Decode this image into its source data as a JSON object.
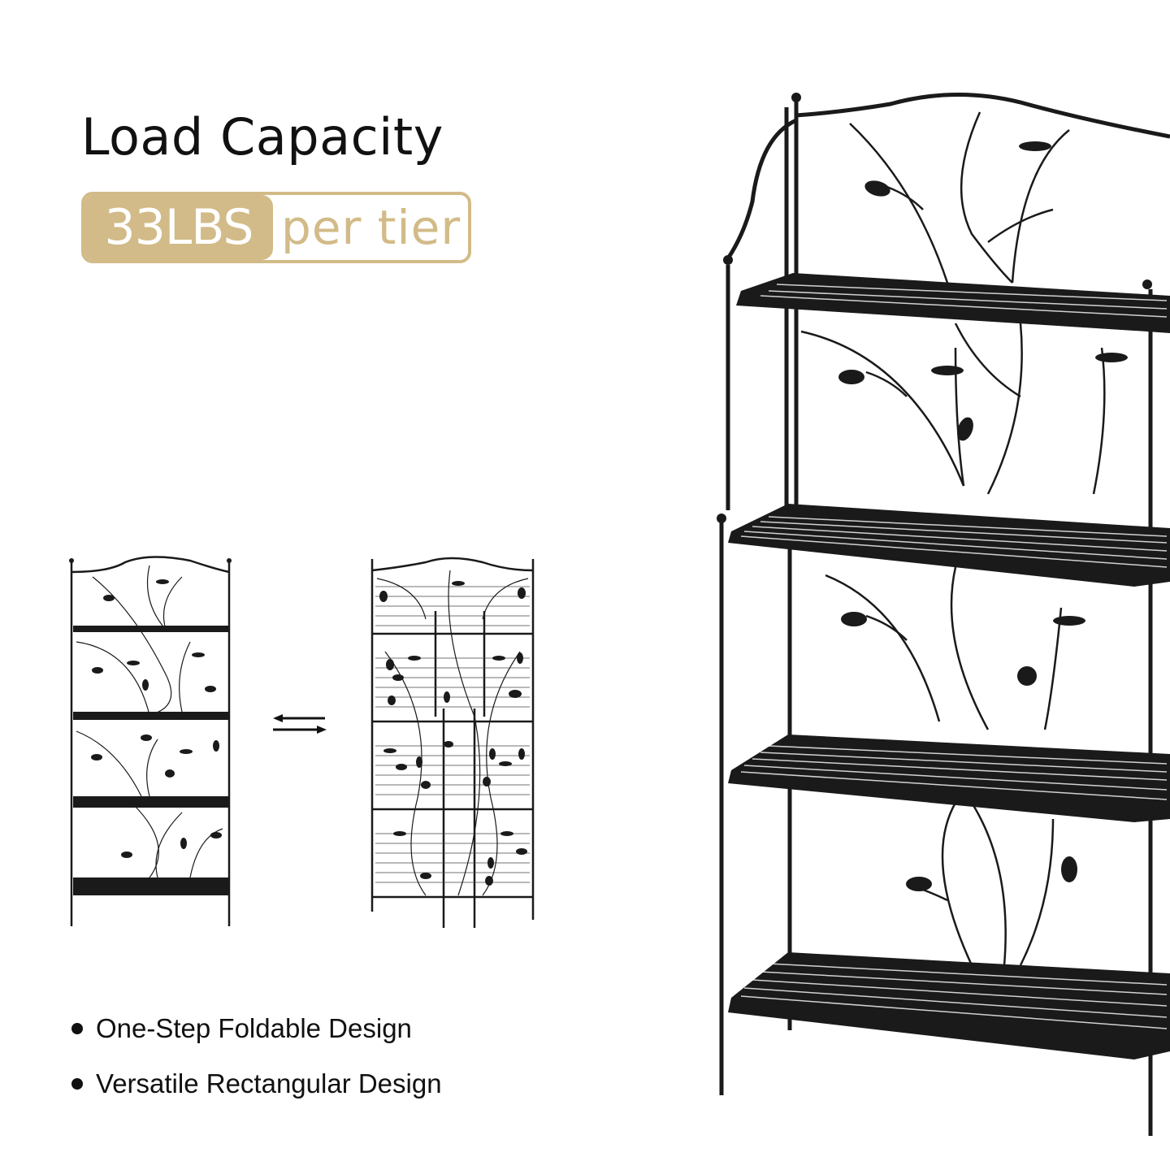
{
  "heading": {
    "title": "Load Capacity",
    "badge_value": "33LBS",
    "badge_suffix": "per tier"
  },
  "features": [
    {
      "label": "One-Step Foldable Design"
    },
    {
      "label": "Versatile Rectangular Design"
    }
  ],
  "images": {
    "unfolded_shelf": "bakers-rack-unfolded",
    "folded_shelf": "bakers-rack-folded",
    "large_shelf": "bakers-rack-4-tier-bird-leaf"
  },
  "icons": {
    "fold_arrows": "swap-arrows-icon"
  },
  "colors": {
    "accent": "#d2bb88",
    "text": "#111111",
    "metal": "#1a1a1a"
  }
}
